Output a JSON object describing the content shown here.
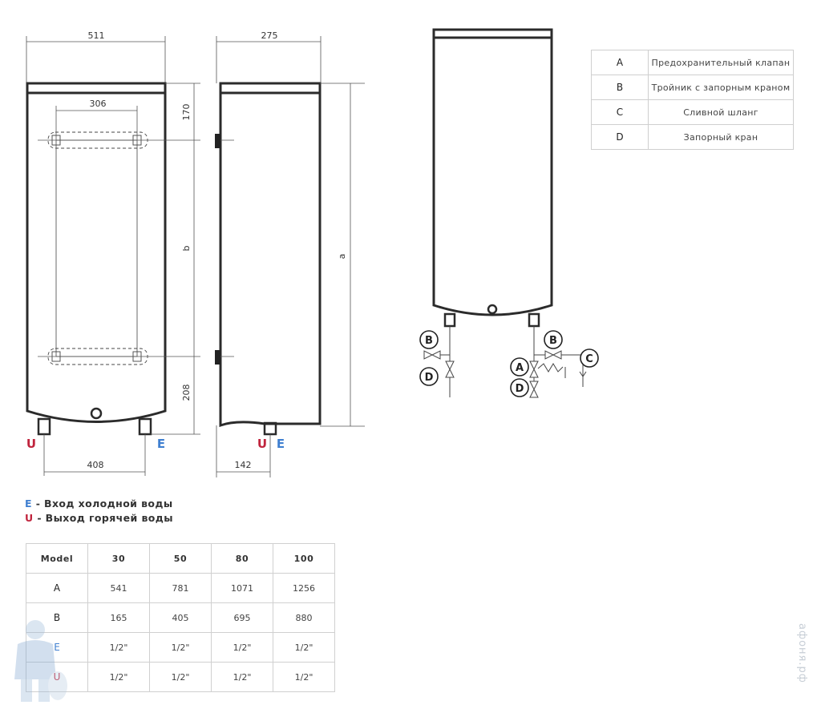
{
  "dimensions": {
    "width_front": "511",
    "width_side": "275",
    "bracket_spacing": "306",
    "top_offset": "170",
    "b_label": "b",
    "a_label": "a",
    "bottom_offset": "208",
    "pipe_spacing": "408",
    "pipe_offset": "142"
  },
  "pipe_labels": {
    "hot": "U",
    "cold": "E"
  },
  "scheme_markers": {
    "a": "A",
    "b": "B",
    "c": "C",
    "d": "D"
  },
  "legend": [
    {
      "key": "A",
      "value": "Предохранительный клапан"
    },
    {
      "key": "B",
      "value": "Тройник с запорным краном"
    },
    {
      "key": "C",
      "value": "Сливной шланг"
    },
    {
      "key": "D",
      "value": "Запорный кран"
    }
  ],
  "notes": {
    "cold_key": "E",
    "cold_text": " - Вход холодной воды",
    "hot_key": "U",
    "hot_text": " - Выход горячей воды"
  },
  "model_table": {
    "header": [
      "Model",
      "30",
      "50",
      "80",
      "100"
    ],
    "rows": [
      {
        "key": "A",
        "values": [
          "541",
          "781",
          "1071",
          "1256"
        ]
      },
      {
        "key": "B",
        "values": [
          "165",
          "405",
          "695",
          "880"
        ]
      },
      {
        "key": "E",
        "values": [
          "1/2\"",
          "1/2\"",
          "1/2\"",
          "1/2\""
        ]
      },
      {
        "key": "U",
        "values": [
          "1/2\"",
          "1/2\"",
          "1/2\"",
          "1/2\""
        ]
      }
    ]
  },
  "watermark": "афоня.рф",
  "colors": {
    "cold": "#3f7fd0",
    "hot": "#c0243d",
    "line": "#2b2b2b"
  }
}
